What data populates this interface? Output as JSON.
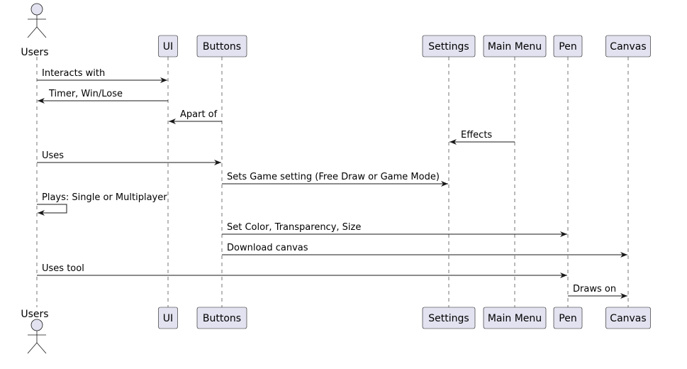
{
  "participants": [
    {
      "id": "users",
      "label": "Users",
      "kind": "actor"
    },
    {
      "id": "ui",
      "label": "UI",
      "kind": "box"
    },
    {
      "id": "buttons",
      "label": "Buttons",
      "kind": "box"
    },
    {
      "id": "settings",
      "label": "Settings",
      "kind": "box"
    },
    {
      "id": "mainmenu",
      "label": "Main Menu",
      "kind": "box"
    },
    {
      "id": "pen",
      "label": "Pen",
      "kind": "box"
    },
    {
      "id": "canvas",
      "label": "Canvas",
      "kind": "box"
    }
  ],
  "messages": [
    {
      "from": "users",
      "to": "ui",
      "text": "Interacts with"
    },
    {
      "from": "ui",
      "to": "users",
      "text": "Timer, Win/Lose"
    },
    {
      "from": "buttons",
      "to": "ui",
      "text": "Apart of"
    },
    {
      "from": "mainmenu",
      "to": "settings",
      "text": "Effects"
    },
    {
      "from": "users",
      "to": "buttons",
      "text": "Uses"
    },
    {
      "from": "buttons",
      "to": "settings",
      "text": "Sets Game setting (Free Draw or Game Mode)"
    },
    {
      "from": "users",
      "to": "users",
      "text": "Plays: Single or Multiplayer"
    },
    {
      "from": "buttons",
      "to": "pen",
      "text": "Set Color, Transparency, Size"
    },
    {
      "from": "buttons",
      "to": "canvas",
      "text": "Download canvas"
    },
    {
      "from": "users",
      "to": "pen",
      "text": "Uses tool"
    },
    {
      "from": "pen",
      "to": "canvas",
      "text": "Draws on"
    }
  ],
  "colors": {
    "participant_fill": "#e2e2f0",
    "participant_stroke": "#181818",
    "lifeline": "#181818",
    "arrow": "#181818"
  }
}
